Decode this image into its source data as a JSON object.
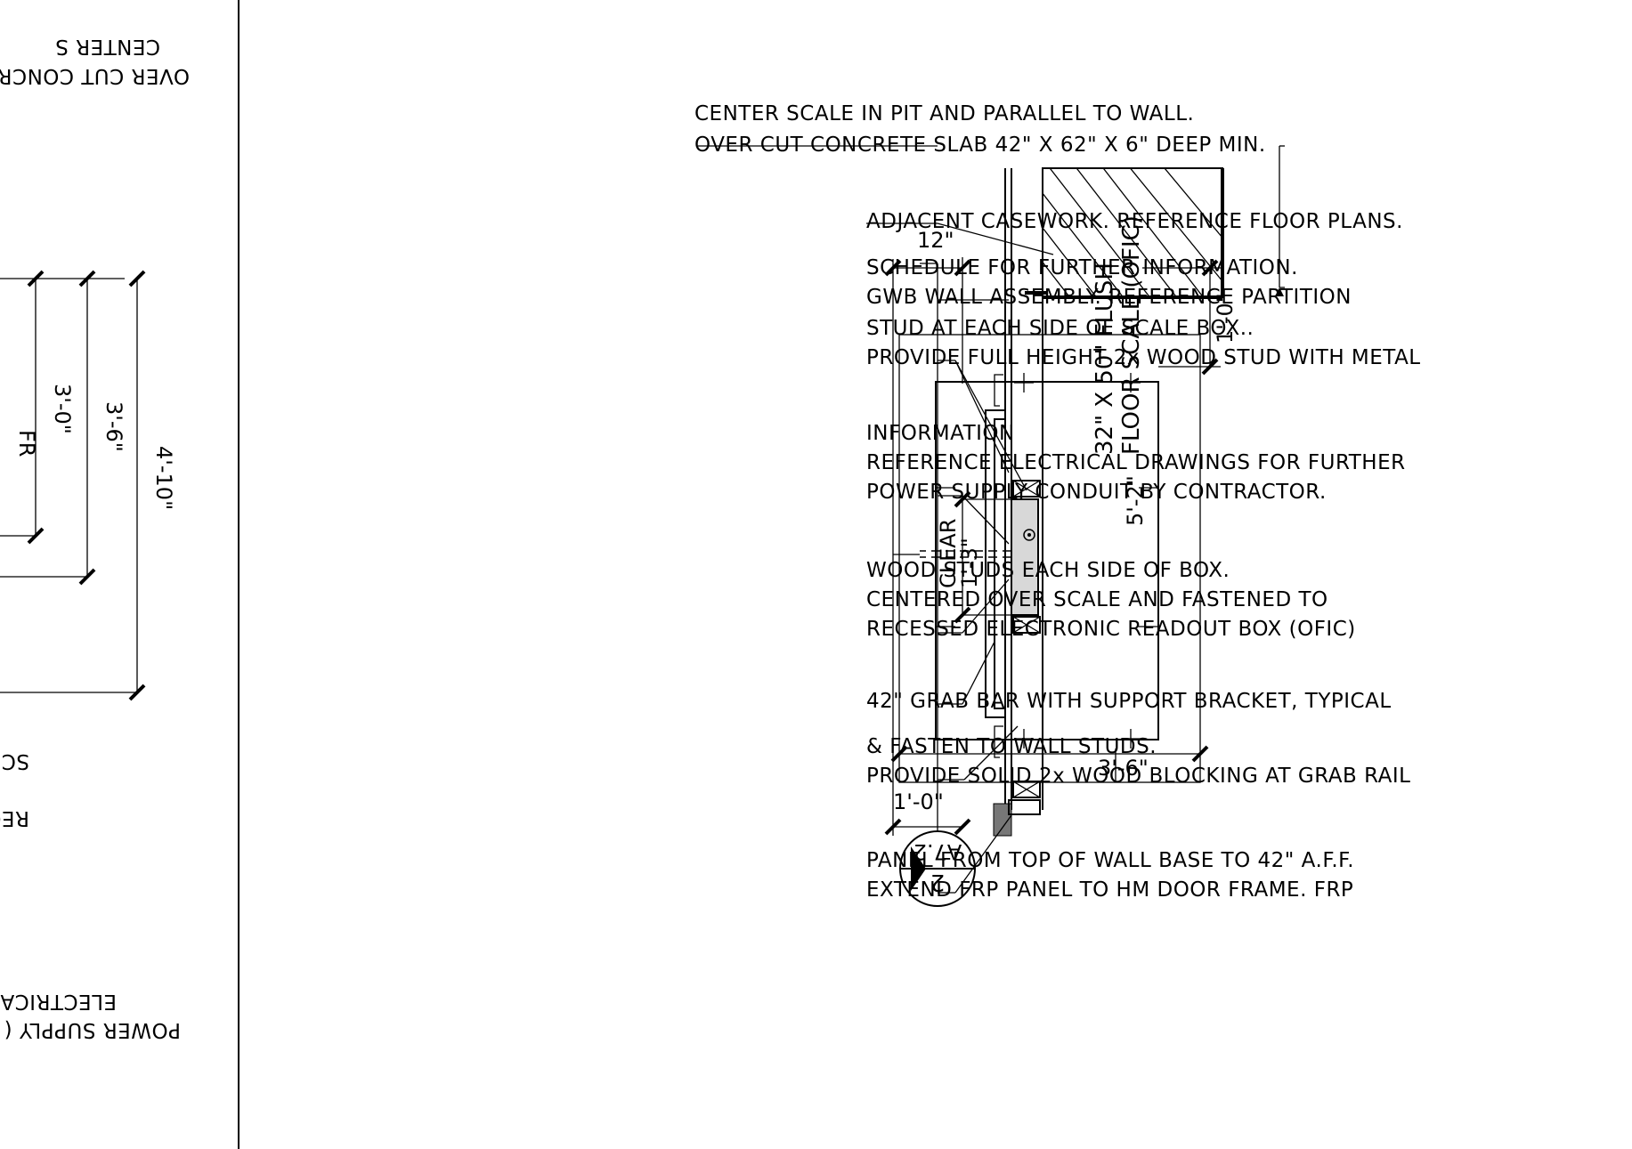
{
  "notes": {
    "slab_1": "OVER CUT CONCRETE SLAB 42\" X 62\" X 6\" DEEP MIN.",
    "slab_2": "CENTER SCALE IN PIT AND PARALLEL TO WALL.",
    "casework": "ADJACENT CASEWORK. REFERENCE FLOOR PLANS.",
    "gwb_1": "GWB WALL ASSEMBLY. REFERENCE PARTITION",
    "gwb_2": "SCHEDULE FOR FURTHER INFORMATION.",
    "stud_1": "PROVIDE FULL HEIGHT 2x WOOD STUD WITH METAL",
    "stud_2": "STUD AT EACH SIDE OF SCALE BOX..",
    "power_1": "POWER SUPPLY CONDUIT BY CONTRACTOR.",
    "power_2": "REFERENCE ELECTRICAL DRAWINGS FOR FURTHER",
    "power_3": "INFORMATION",
    "readout_1": "RECESSED ELECTRONIC READOUT BOX (OFIC)",
    "readout_2": "CENTERED OVER SCALE AND FASTENED TO",
    "readout_3": "WOOD STUDS EACH SIDE OF BOX.",
    "grab_bar": "42\" GRAB BAR WITH SUPPORT BRACKET, TYPICAL",
    "blocking_1": "PROVIDE SOLID 2x WOOD BLOCKING AT GRAB RAIL",
    "blocking_2": "& FASTEN TO WALL STUDS.",
    "frp_1": "EXTEND FRP PANEL TO HM DOOR FRAME. FRP",
    "frp_2": "PANEL FROM TOP OF WALL BASE TO 42\" A.F.F."
  },
  "left_panel": {
    "fragment_1": "CENTER S",
    "fragment_2": "OVER CUT CONCR",
    "fragment_3": "SC",
    "fragment_4": "REC",
    "fragment_5": "ELECTRICAL",
    "fragment_6": "POWER SUPPLY (",
    "fragment_7": "FR"
  },
  "dimensions": {
    "d_3_0": "3'-0\"",
    "d_3_6": "3'-6\"",
    "d_4_10": "4'-10\"",
    "d_12": "12\"",
    "d_1_3": "1'-3\"",
    "d_clear": "CLEAR",
    "d_1_0_bottom": "1'-0\"",
    "d_3_6_scale": "3'-6\"",
    "d_5_2": "5'-2\"",
    "d_1_0_right": "1'-0\""
  },
  "scale_label": {
    "line_1": "32\" X 50\" FLUSH",
    "line_2": "FLOOR SCALE (OFIC)"
  },
  "section_marker": {
    "number": "2",
    "sheet": "A7.2"
  }
}
